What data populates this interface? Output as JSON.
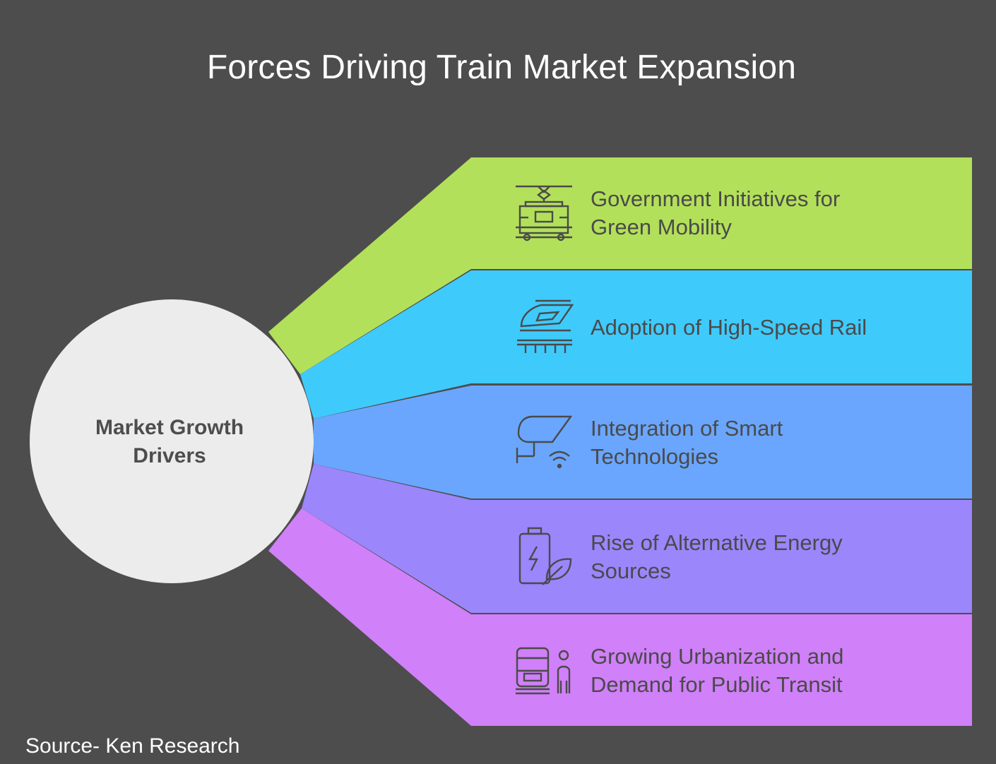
{
  "title": "Forces Driving Train Market Expansion",
  "hub": {
    "label": "Market Growth\nDrivers",
    "color": "#ececec"
  },
  "drivers": [
    {
      "label": "Government Initiatives for\nGreen Mobility",
      "color": "#b3e05a",
      "icon": "tram-icon"
    },
    {
      "label": "Adoption of High-Speed Rail",
      "color": "#3fcafc",
      "icon": "high-speed-train-icon"
    },
    {
      "label": "Integration of Smart\nTechnologies",
      "color": "#6aa6fd",
      "icon": "smart-camera-wifi-icon"
    },
    {
      "label": "Rise of Alternative Energy\nSources",
      "color": "#9b86fb",
      "icon": "battery-leaf-icon"
    },
    {
      "label": "Growing Urbanization and\nDemand for Public Transit",
      "color": "#d080f8",
      "icon": "train-passenger-icon"
    }
  ],
  "source": "Source- Ken Research"
}
